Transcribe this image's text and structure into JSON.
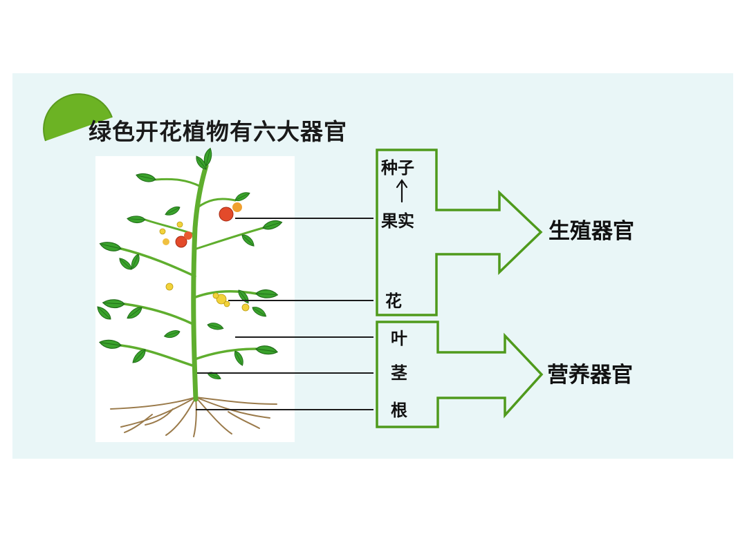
{
  "title": "绿色开花植物有六大器官",
  "organs": {
    "seed": "种子",
    "fruit": "果实",
    "flower": "花",
    "leaf": "叶",
    "stem": "茎",
    "root": "根"
  },
  "groups": {
    "reproductive": "生殖器官",
    "vegetative": "营养器官"
  },
  "colors": {
    "accent_green": "#4f9a1c",
    "title_semicircle": "#6cb324",
    "slide_background": "#e9f6f7"
  }
}
